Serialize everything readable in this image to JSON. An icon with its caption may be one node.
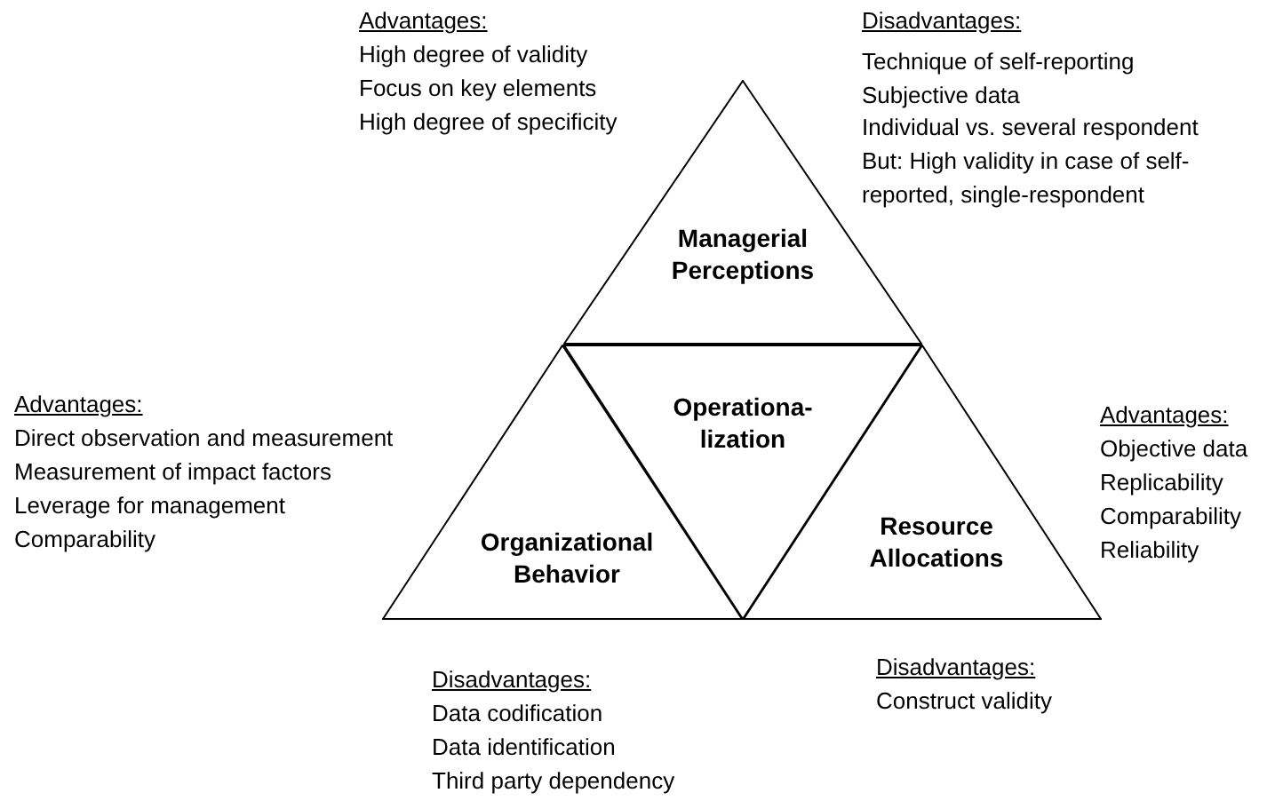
{
  "diagram": {
    "nodes": [
      {
        "text": [
          "Managerial Perceptions"
        ]
      },
      {
        "text": [
          "Operationa- lization"
        ]
      },
      {
        "text": [
          "Organizational Behavior"
        ]
      },
      {
        "text": [
          "Resource Allocations"
        ]
      }
    ],
    "labels": [
      "Advantages:",
      "High degree of validity",
      "Focus on key elements",
      "High degree of specificity",
      "Disadvantages:",
      "Technique of self-reporting",
      "Subjective data",
      "Individual vs. several respondent",
      "But: High validity in case of self-reported, single-respondent",
      "Advantages:",
      "Direct observation and measurement",
      "Measurement of impact factors",
      "Leverage for management",
      "Comparability",
      "Advantages:",
      "Objective data",
      "Replicability",
      "Comparability",
      "Reliability",
      "Disadvantages:",
      "Data codification",
      "Data identification",
      "Third party dependency",
      "Disadvantages:",
      "Construct validity"
    ]
  }
}
